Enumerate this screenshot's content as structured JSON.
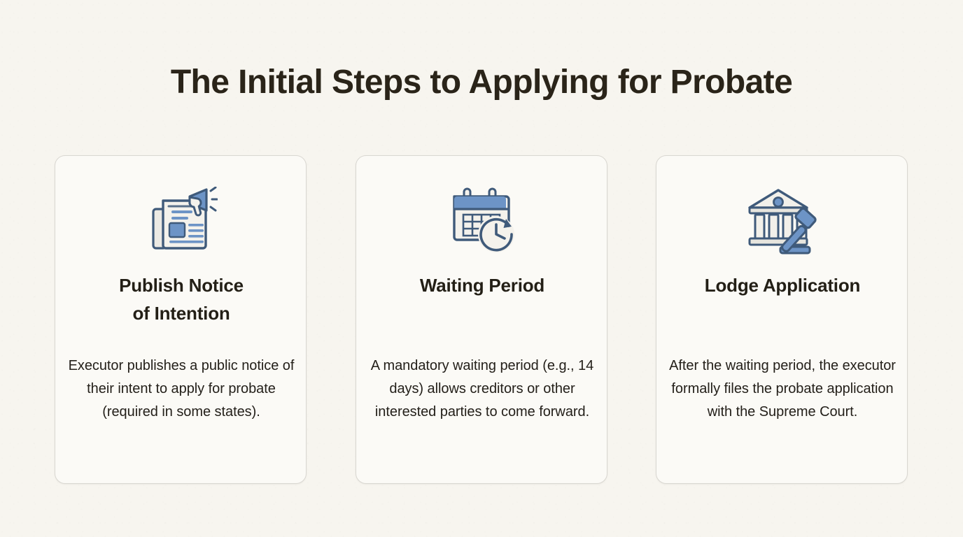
{
  "page": {
    "title": "The Initial Steps to Applying for Probate",
    "background_color": "#F7F5EF",
    "title_color": "#2A2419",
    "card_background": "#FBFAF6",
    "card_border_color": "#D9D7D1",
    "accent_blue": "#6D94C6",
    "accent_outline": "#3F5A7A",
    "body_text_color": "#24201A"
  },
  "flow": {
    "steps": [
      {
        "icon": "newspaper-megaphone-icon",
        "heading": "Publish Notice of Intention",
        "heading_line_1": "Publish Notice",
        "heading_line_2": "of Intention",
        "body": "Executor publishes a public notice of their intent to apply for probate (required in some states)."
      },
      {
        "icon": "calendar-clock-icon",
        "heading": "Waiting Period",
        "heading_line_1": "Waiting Period",
        "heading_line_2": "",
        "body": "A mandatory waiting period (e.g., 14 days) allows creditors or other interested parties to come forward."
      },
      {
        "icon": "courthouse-gavel-icon",
        "heading": "Lodge Application",
        "heading_line_1": "Lodge Application",
        "heading_line_2": "",
        "body": "After the waiting period, the executor formally files the probate application with the Supreme Court."
      }
    ],
    "connectors": [
      {
        "icon": "arrow-right-icon",
        "from": 1,
        "to": 2
      },
      {
        "icon": "arrow-right-icon",
        "from": 2,
        "to": 3
      }
    ]
  }
}
